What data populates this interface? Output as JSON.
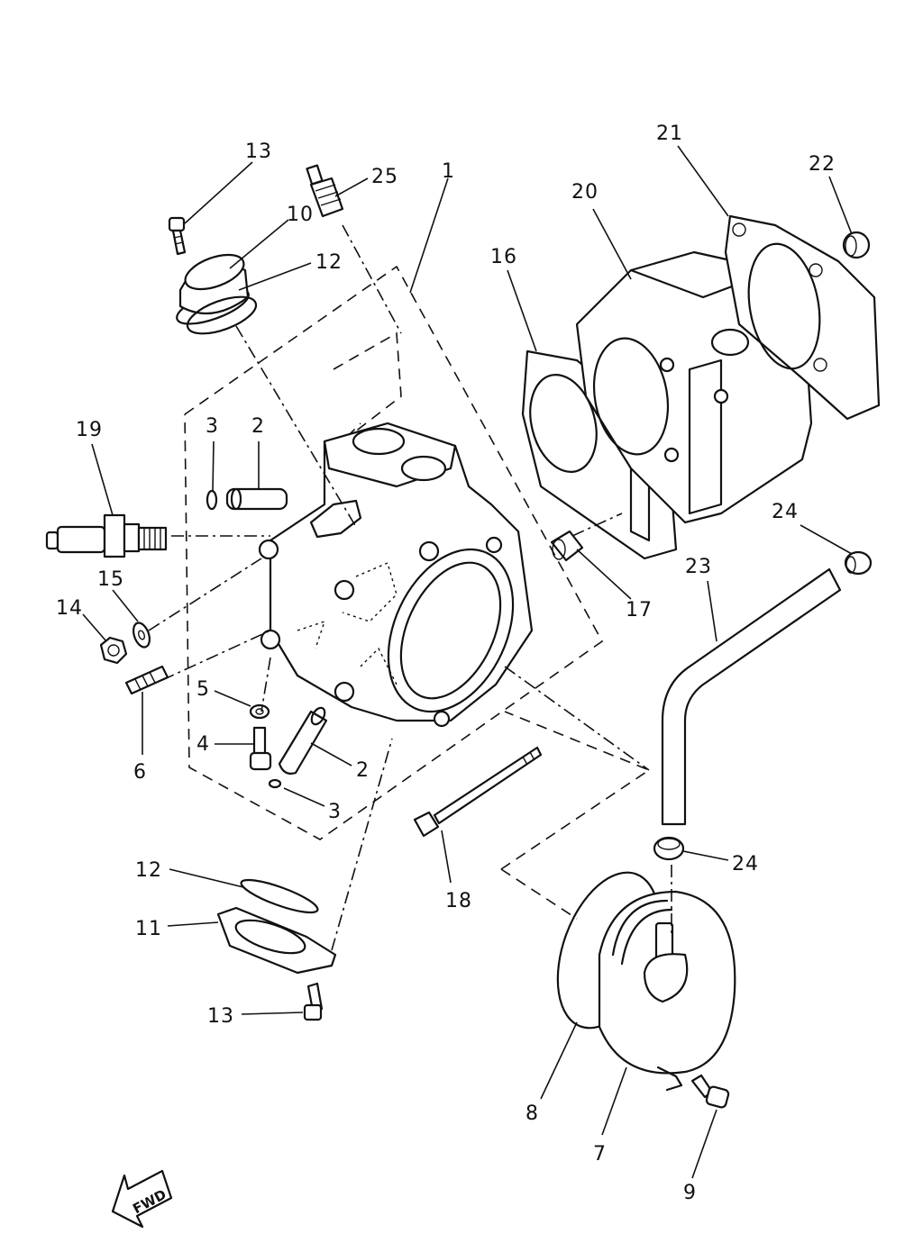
{
  "diagram": {
    "type": "exploded-parts-diagram",
    "fwd_label": "FWD",
    "callouts": {
      "c1": "1",
      "c2a": "2",
      "c2b": "2",
      "c3a": "3",
      "c3b": "3",
      "c4": "4",
      "c5": "5",
      "c6": "6",
      "c7": "7",
      "c8": "8",
      "c9": "9",
      "c10": "10",
      "c11": "11",
      "c12a": "12",
      "c12b": "12",
      "c13a": "13",
      "c13b": "13",
      "c14": "14",
      "c15": "15",
      "c16": "16",
      "c17": "17",
      "c18": "18",
      "c19": "19",
      "c20": "20",
      "c21": "21",
      "c22": "22",
      "c23": "23",
      "c24a": "24",
      "c24b": "24",
      "c25": "25"
    }
  }
}
